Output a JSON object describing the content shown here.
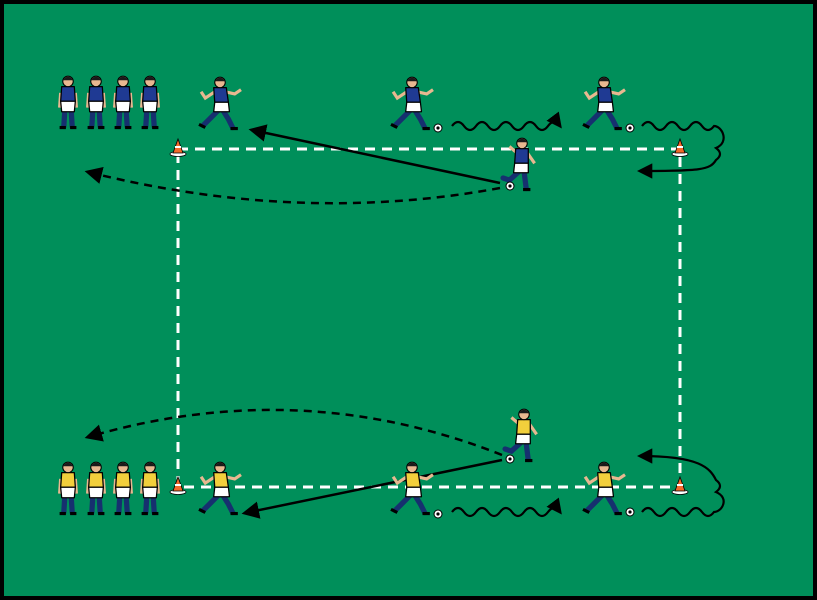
{
  "colors": {
    "field": "#008f5a",
    "border": "#000000",
    "line": "#ffffff",
    "pass": "#000000",
    "blue_shirt": "#1f3a93",
    "yellow_shirt": "#f2cf3c",
    "shorts": "#ffffff",
    "socks": "#16306f",
    "skin": "#e8b890",
    "hair": "#1a1a1a",
    "cone": "#f26a2a"
  },
  "teams": [
    {
      "name": "blue-team",
      "shirt": "blue_shirt"
    },
    {
      "name": "yellow-team",
      "shirt": "yellow_shirt"
    }
  ],
  "icons": [
    "player-icon",
    "cone-icon",
    "ball-icon",
    "pass-arrow",
    "dribble-arrow",
    "run-arrow"
  ]
}
